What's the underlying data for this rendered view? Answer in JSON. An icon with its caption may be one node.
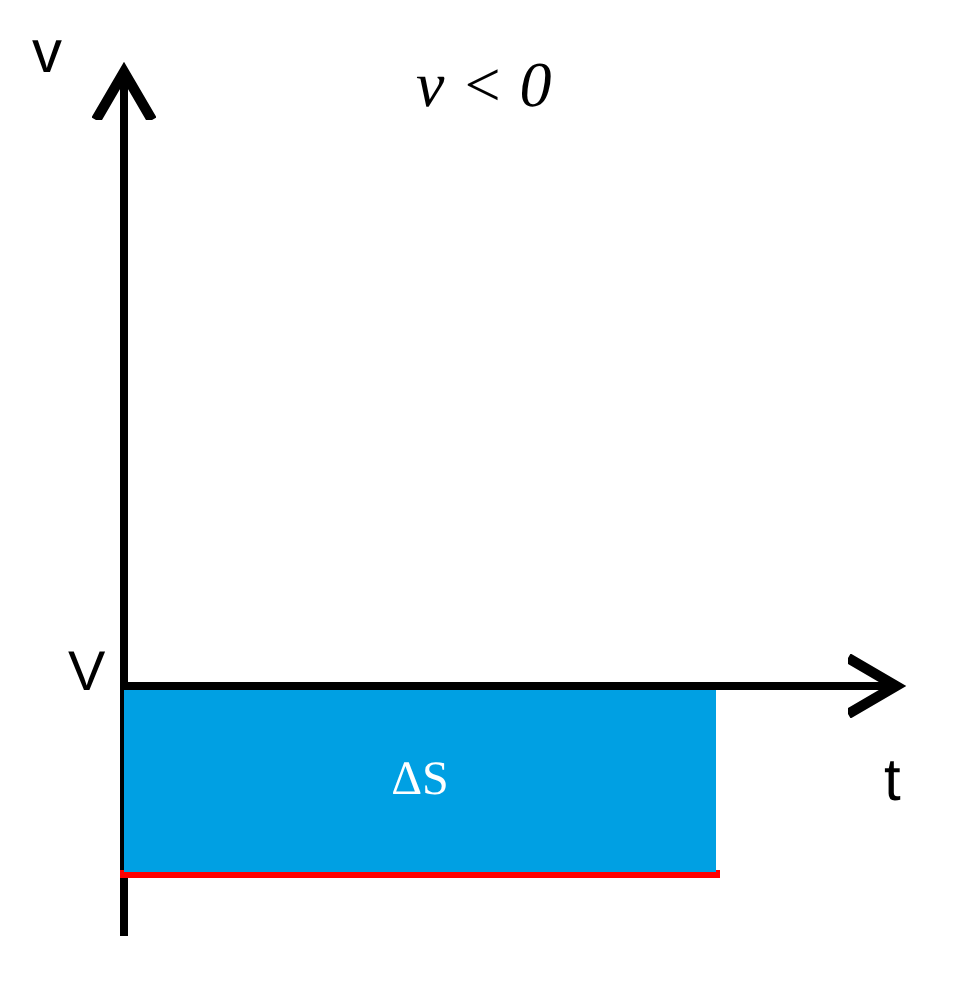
{
  "diagram": {
    "title": "v < 0",
    "nodes": [
      {
        "text": [
          "ΔS"
        ]
      }
    ],
    "labels": [
      "v",
      "V",
      "t"
    ]
  }
}
